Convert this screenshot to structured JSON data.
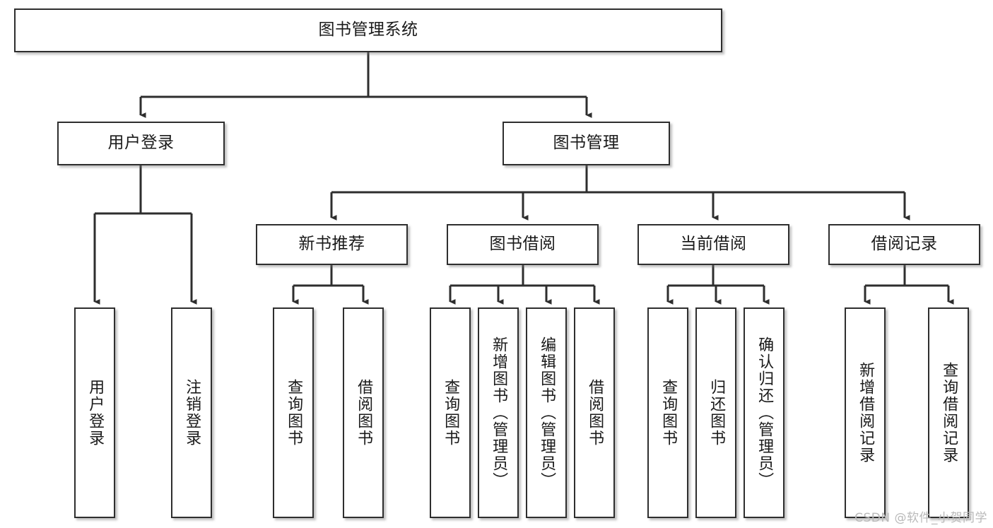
{
  "diagram": {
    "title": "图书管理系统",
    "type": "tree-hierarchy",
    "root": {
      "id": "root",
      "label": "图书管理系统",
      "orientation": "horizontal"
    },
    "level2": [
      {
        "id": "user-login",
        "label": "用户登录",
        "orientation": "horizontal"
      },
      {
        "id": "book-manage",
        "label": "图书管理",
        "orientation": "horizontal"
      }
    ],
    "level3": [
      {
        "id": "new-book-recommend",
        "label": "新书推荐",
        "orientation": "horizontal",
        "parent": "book-manage"
      },
      {
        "id": "book-borrow",
        "label": "图书借阅",
        "orientation": "horizontal",
        "parent": "book-manage"
      },
      {
        "id": "current-borrow",
        "label": "当前借阅",
        "orientation": "horizontal",
        "parent": "book-manage"
      },
      {
        "id": "borrow-record",
        "label": "借阅记录",
        "orientation": "horizontal",
        "parent": "book-manage"
      }
    ],
    "leaves": {
      "user_login": [
        {
          "id": "leaf-user-login",
          "label": "用户登录"
        },
        {
          "id": "leaf-user-logout",
          "label": "注销登录"
        }
      ],
      "new_book_recommend": [
        {
          "id": "leaf-query-book-1",
          "label": "查询图书"
        },
        {
          "id": "leaf-borrow-book-1",
          "label": "借阅图书"
        }
      ],
      "book_borrow": [
        {
          "id": "leaf-query-book-2",
          "label": "查询图书"
        },
        {
          "id": "leaf-add-book",
          "label": "新增图书（管理员）"
        },
        {
          "id": "leaf-edit-book",
          "label": "编辑图书（管理员）"
        },
        {
          "id": "leaf-borrow-book-2",
          "label": "借阅图书"
        }
      ],
      "current_borrow": [
        {
          "id": "leaf-query-book-3",
          "label": "查询图书"
        },
        {
          "id": "leaf-return-book",
          "label": "归还图书"
        },
        {
          "id": "leaf-confirm-return",
          "label": "确认归还（管理员）"
        }
      ],
      "borrow_record": [
        {
          "id": "leaf-add-record",
          "label": "新增借阅记录"
        },
        {
          "id": "leaf-query-record",
          "label": "查询借阅记录"
        }
      ]
    },
    "colors": {
      "box_border": "#2e2e2e",
      "box_fill": "#ffffff",
      "connector": "#2e2e2e",
      "text": "#1a1a1a",
      "watermark": "#b9b9b9",
      "background": "#ffffff"
    }
  },
  "watermark": {
    "text": "CSDN @软件_小贺同学"
  }
}
